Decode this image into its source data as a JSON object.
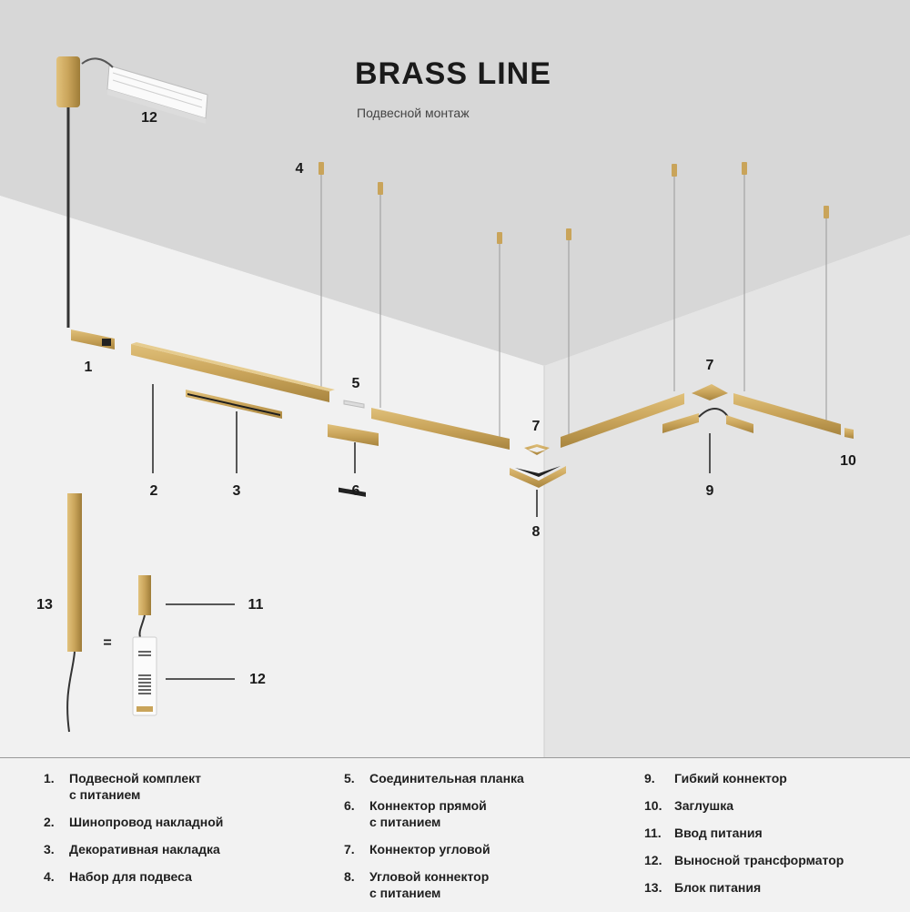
{
  "header": {
    "title": "BRASS LINE",
    "subtitle": "Подвесной монтаж"
  },
  "callouts": {
    "c1": "1",
    "c2": "2",
    "c3": "3",
    "c4": "4",
    "c5": "5",
    "c6": "6",
    "c7a": "7",
    "c7b": "7",
    "c8": "8",
    "c9": "9",
    "c10": "10",
    "c11": "11",
    "c12a": "12",
    "c12b": "12",
    "c13": "13",
    "equals": "="
  },
  "legend": {
    "col1": [
      {
        "num": "1.",
        "text": "Подвесной комплект\nс питанием"
      },
      {
        "num": "2.",
        "text": "Шинопровод накладной"
      },
      {
        "num": "3.",
        "text": "Декоративная накладка"
      },
      {
        "num": "4.",
        "text": "Набор для подвеса"
      }
    ],
    "col2": [
      {
        "num": "5.",
        "text": "Соединительная планка"
      },
      {
        "num": "6.",
        "text": "Коннектор прямой\nс питанием"
      },
      {
        "num": "7.",
        "text": "Коннектор угловой"
      },
      {
        "num": "8.",
        "text": "Угловой коннектор\nс питанием"
      }
    ],
    "col3": [
      {
        "num": "9.",
        "text": "Гибкий коннектор"
      },
      {
        "num": "10.",
        "text": "Заглушка"
      },
      {
        "num": "11.",
        "text": "Ввод питания"
      },
      {
        "num": "12.",
        "text": "Выносной трансформатор"
      },
      {
        "num": "13.",
        "text": "Блок питания"
      }
    ]
  },
  "colors": {
    "brass": "#c9a45a",
    "brass_dark": "#a9843e",
    "ceiling": "#d6d6d6",
    "wall_left": "#f0f0f0",
    "wall_right": "#e3e3e3"
  }
}
